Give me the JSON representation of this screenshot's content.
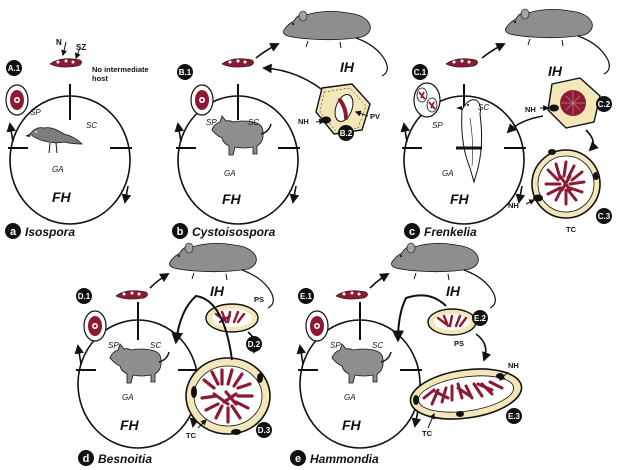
{
  "panels": {
    "a": {
      "letter": "a",
      "genus": "Isospora",
      "badge": "A.1",
      "sp": "SP",
      "sc": "SC",
      "ga": "GA",
      "fh": "FH",
      "n": "N",
      "sz": "SZ",
      "note_lines": [
        "No intermediate",
        "host"
      ]
    },
    "b": {
      "letter": "b",
      "genus": "Cystoisospora",
      "badge1": "B.1",
      "badge2": "B.2",
      "sp": "SP",
      "sc": "SC",
      "ga": "GA",
      "fh": "FH",
      "ih": "IH",
      "nh": "NH",
      "pv": "PV"
    },
    "c": {
      "letter": "c",
      "genus": "Frenkelia",
      "badge1": "C.1",
      "badge2": "C.2",
      "badge3": "C.3",
      "sp": "SP",
      "sc": "SC",
      "ga": "GA",
      "fh": "FH",
      "ih": "IH",
      "nh1": "NH",
      "nh2": "NH",
      "tc": "TC"
    },
    "d": {
      "letter": "d",
      "genus": "Besnoitia",
      "badge1": "D.1",
      "badge2": "D.2",
      "badge3": "D.3",
      "sp": "SP",
      "sc": "SC",
      "ga": "GA",
      "fh": "FH",
      "ih": "IH",
      "ps": "PS",
      "tc": "TC"
    },
    "e": {
      "letter": "e",
      "genus": "Hammondia",
      "badge1": "E.1",
      "badge2": "E.2",
      "badge3": "E.3",
      "sp": "SP",
      "sc": "SC",
      "ga": "GA",
      "fh": "FH",
      "ih": "IH",
      "ps": "PS",
      "nh": "NH",
      "tc": "TC"
    }
  },
  "colors": {
    "parasite": "#8c1a33",
    "cyst_fill": "#f3e6b8",
    "animal_gray": "#8e8e8e",
    "ink": "#111111"
  }
}
